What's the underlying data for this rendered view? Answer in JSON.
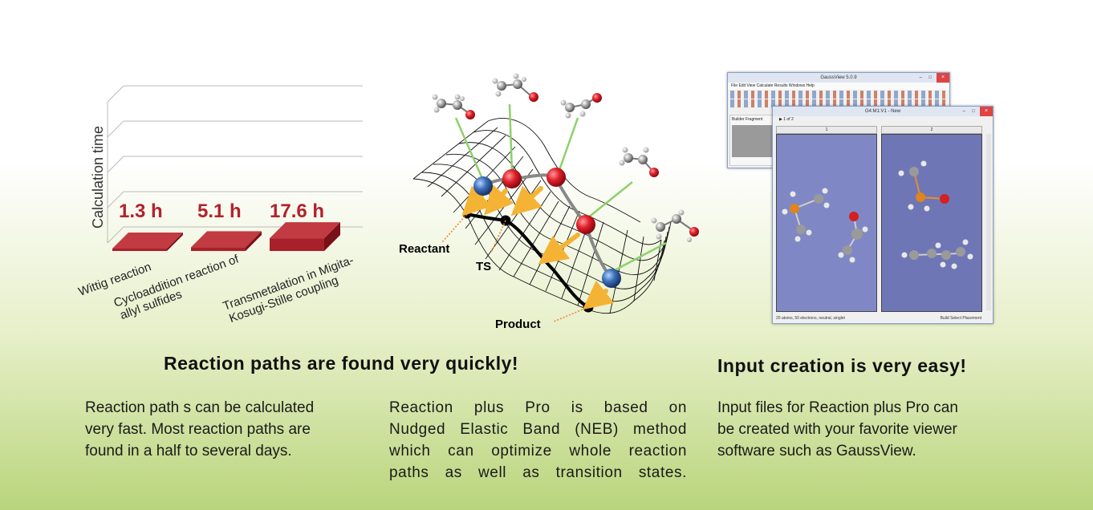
{
  "chart_data": {
    "type": "bar",
    "ylabel": "Calculation time",
    "categories": [
      "Wittig reaction",
      "Cycloaddition reaction of allyl sulfides",
      "Transmetalation in Migita-Kosugi-Stille coupling"
    ],
    "category_lines": [
      [
        "Wittig reaction"
      ],
      [
        "Cycloaddition reaction of",
        "allyl sulfides"
      ],
      [
        "Transmetalation in Migita-",
        "Kosugi-Stille coupling"
      ]
    ],
    "values": [
      1.3,
      5.1,
      17.6
    ],
    "unit": "h",
    "data_labels": [
      "1.3 h",
      "5.1 h",
      "17.6 h"
    ],
    "bar_color": "#a8202a",
    "label_color": "#b3212b"
  },
  "diagram": {
    "labels": {
      "reactant": "Reactant",
      "ts": "TS",
      "product": "Product"
    },
    "path_color": "#000000",
    "arrow_color": "#f5b335",
    "atom_colors": {
      "blue": "#3a6fb8",
      "red": "#e0202a"
    }
  },
  "gaussview": {
    "main_title": "GaussView 5.0.9",
    "menu": "File  Edit  View  Calculate  Results  Windows  Help",
    "side_item": "Builder Fragment",
    "sub_title": "G4:M1:V1 - New",
    "sub_toolbar": "▶ 1    of  2",
    "pane_labels": [
      "1",
      "2"
    ],
    "status_left": "20 atoms, 50 electrons, neutral, singlet",
    "status_right": "Build Select Placement"
  },
  "sections": {
    "left_heading": "Reaction paths are found very quickly!",
    "right_heading": "Input creation is very easy!",
    "para1": [
      "Reaction path s can be calculated",
      "very fast. Most reaction paths are",
      "found  in a half to several days."
    ],
    "para2": [
      "Reaction plus Pro is based on",
      "Nudged Elastic Band (NEB) method",
      "which can optimize whole reaction",
      "paths  as well as transition states."
    ],
    "para3": [
      "Input files for Reaction plus Pro can",
      "be created with your favorite viewer",
      "software  such as GaussView."
    ]
  }
}
